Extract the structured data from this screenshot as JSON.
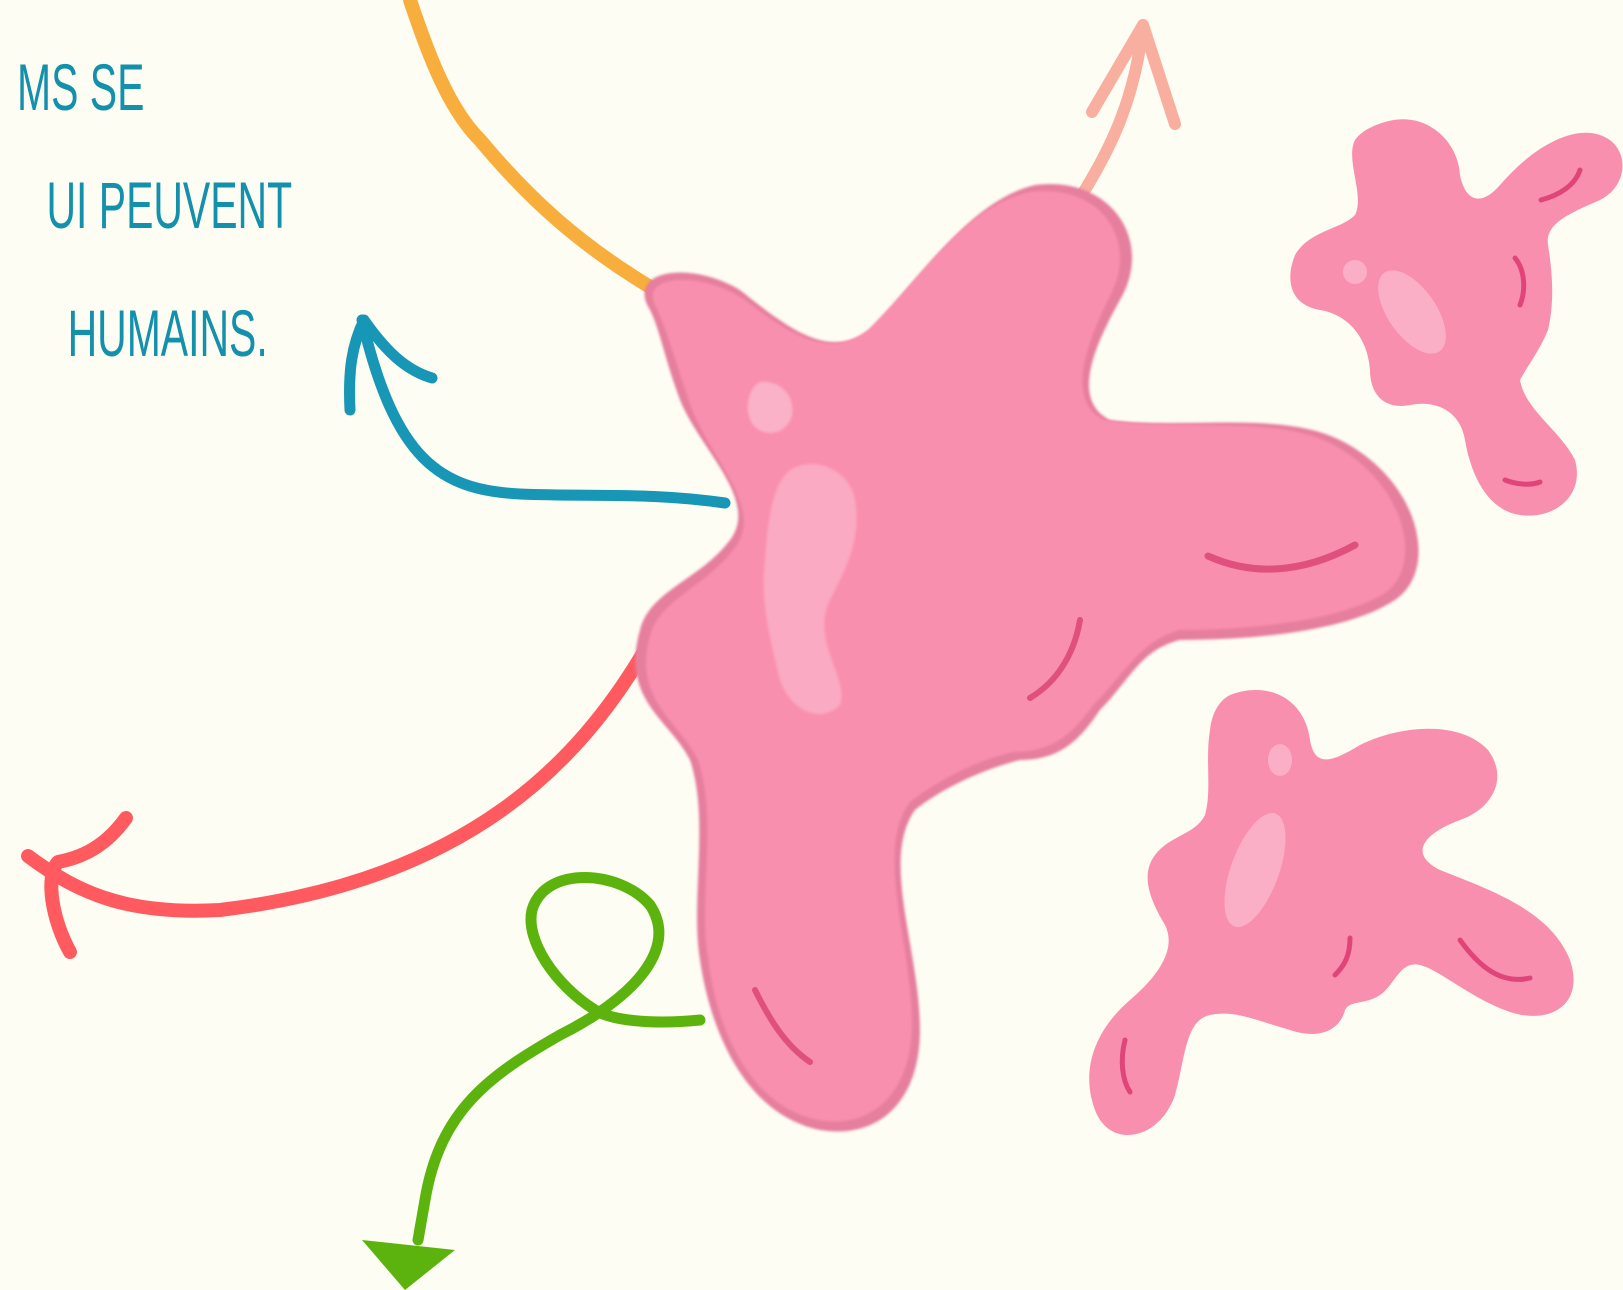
{
  "caption": {
    "lines": [
      "MS SE",
      "UI PEUVENT",
      "HUMAINS."
    ]
  },
  "colors": {
    "background": "#FDFDF3",
    "text": "#1290AC",
    "arrow_orange": "#F8AE3C",
    "arrow_peach": "#F8AFA0",
    "arrow_blue": "#1796B5",
    "arrow_red": "#FF5A5F",
    "arrow_green": "#5DB30E",
    "bacteria_main": "#F98FAE",
    "bacteria_shadow": "#E67E9E",
    "bacteria_highlight": "#FBAFC6",
    "bacteria_stroke": "#D63B6D"
  },
  "illustration": {
    "subject": "pink-bacteria",
    "arrows": [
      "orange-arrow",
      "peach-arrow",
      "blue-arrow",
      "red-arrow",
      "green-loop-arrow"
    ]
  }
}
